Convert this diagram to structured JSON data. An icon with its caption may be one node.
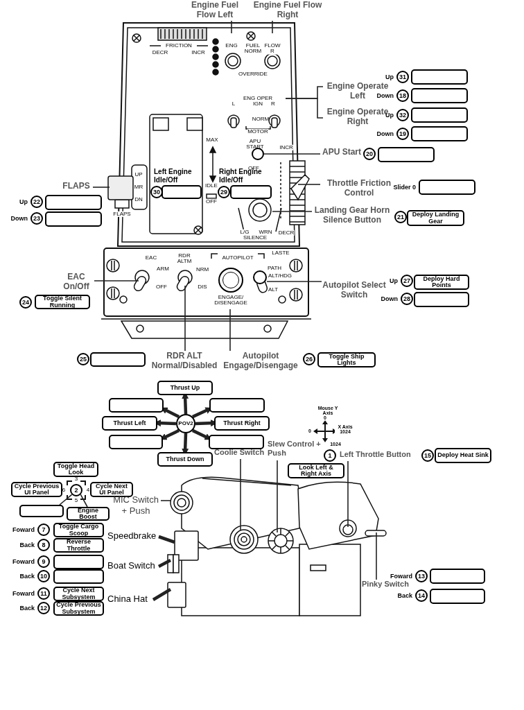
{
  "diagram": {
    "nodes": [
      {
        "text": [
          "Engine Fuel Flow Left"
        ]
      },
      {
        "text": [
          "Engine Fuel Flow Right"
        ]
      },
      {
        "text": [
          "Engine Operate Left"
        ]
      },
      {
        "text": [
          "Engine Operate Right"
        ]
      },
      {
        "text": [
          "31"
        ],
        "beside": [
          "Up"
        ]
      },
      {
        "text": [],
        "shape": "box"
      },
      {
        "text": [
          "18"
        ],
        "beside": [
          "Down"
        ]
      },
      {
        "text": [],
        "shape": "box"
      },
      {
        "text": [
          "32"
        ],
        "beside": [
          "Up"
        ]
      },
      {
        "text": [],
        "shape": "box"
      },
      {
        "text": [
          "19"
        ],
        "beside": [
          "Down"
        ]
      },
      {
        "text": [],
        "shape": "box"
      },
      {
        "text": [
          "APU Start"
        ]
      },
      {
        "text": [
          "20"
        ]
      },
      {
        "text": [],
        "shape": "box"
      },
      {
        "text": [
          "Throttle Friction Control"
        ]
      },
      {
        "text": [],
        "shape": "box",
        "beside": [
          "Slider 0"
        ]
      },
      {
        "text": [
          "Landing Gear Horn Silence Button"
        ]
      },
      {
        "text": [
          "21"
        ]
      },
      {
        "text": [
          "Deploy Landing Gear"
        ]
      },
      {
        "text": [
          "FLAPS"
        ]
      },
      {
        "text": [
          "22"
        ],
        "beside": [
          "Up"
        ]
      },
      {
        "text": [],
        "shape": "box"
      },
      {
        "text": [
          "23"
        ],
        "beside": [
          "Down"
        ]
      },
      {
        "text": [],
        "shape": "box"
      },
      {
        "text": [
          "30"
        ]
      },
      {
        "text": [],
        "shape": "box",
        "beside": [
          "Left Engine Idle/Off"
        ]
      },
      {
        "text": [
          "29"
        ]
      },
      {
        "text": [],
        "shape": "box",
        "beside": [
          "Right Engine Idle/Off"
        ]
      },
      {
        "text": [
          "EAC On/Off"
        ]
      },
      {
        "text": [
          "24"
        ]
      },
      {
        "text": [
          "Toggle Silent Running"
        ]
      },
      {
        "text": [
          "Autopilot Select Switch"
        ]
      },
      {
        "text": [
          "27"
        ],
        "beside": [
          "Up"
        ]
      },
      {
        "text": [
          "Deploy Hard Points"
        ]
      },
      {
        "text": [
          "28"
        ],
        "beside": [
          "Down"
        ]
      },
      {
        "text": [],
        "shape": "box"
      },
      {
        "text": [
          "25"
        ]
      },
      {
        "text": [],
        "shape": "box"
      },
      {
        "text": [
          "RDR ALT Normal/Disabled"
        ]
      },
      {
        "text": [
          "Autopilot Engage/Disengage"
        ]
      },
      {
        "text": [
          "26"
        ]
      },
      {
        "text": [
          "Toggle Ship Lights"
        ]
      },
      {
        "text": [
          "Thrust Up"
        ]
      },
      {
        "text": [],
        "shape": "box"
      },
      {
        "text": [],
        "shape": "box"
      },
      {
        "text": [
          "Thrust Left"
        ]
      },
      {
        "text": [
          "POV2"
        ]
      },
      {
        "text": [
          "Thrust Right"
        ]
      },
      {
        "text": [],
        "shape": "box"
      },
      {
        "text": [],
        "shape": "box"
      },
      {
        "text": [
          "Thrust Down"
        ]
      },
      {
        "text": [
          "Coolie Switch"
        ]
      },
      {
        "text": [
          "Slew Control + Push"
        ]
      },
      {
        "text": [
          "1"
        ]
      },
      {
        "text": [
          "Look Left & Right Axis"
        ]
      },
      {
        "text": [
          "Left Throttle Button"
        ]
      },
      {
        "text": [
          "15"
        ]
      },
      {
        "text": [
          "Deploy Heat Sink"
        ]
      },
      {
        "text": [
          "Toggle Head Look"
        ]
      },
      {
        "text": [
          "Cycle Previous UI Panel"
        ]
      },
      {
        "text": [
          "2"
        ]
      },
      {
        "text": [
          "Cycle Next UI Panel"
        ]
      },
      {
        "text": [],
        "shape": "box"
      },
      {
        "text": [
          "Engine Boost"
        ]
      },
      {
        "text": [
          "MIC Switch + Push"
        ]
      },
      {
        "text": [
          "7"
        ],
        "beside": [
          "Foward"
        ]
      },
      {
        "text": [
          "Toggle Cargo Scoop"
        ]
      },
      {
        "text": [
          "8"
        ],
        "beside": [
          "Back"
        ]
      },
      {
        "text": [
          "Reverse Throttle"
        ]
      },
      {
        "text": [
          "9"
        ],
        "beside": [
          "Foward"
        ]
      },
      {
        "text": [],
        "shape": "box"
      },
      {
        "text": [
          "10"
        ],
        "beside": [
          "Back"
        ]
      },
      {
        "text": [],
        "shape": "box"
      },
      {
        "text": [
          "11"
        ],
        "beside": [
          "Foward"
        ]
      },
      {
        "text": [
          "Cycle Next Subsystem"
        ]
      },
      {
        "text": [
          "12"
        ],
        "beside": [
          "Back"
        ]
      },
      {
        "text": [
          "Cycle Previous Subsystem"
        ]
      },
      {
        "text": [
          "Speedbrake"
        ]
      },
      {
        "text": [
          "Boat Switch"
        ]
      },
      {
        "text": [
          "China Hat"
        ]
      },
      {
        "text": [
          "Pinky Switch"
        ]
      },
      {
        "text": [
          "13"
        ],
        "beside": [
          "Foward"
        ]
      },
      {
        "text": [],
        "shape": "box"
      },
      {
        "text": [
          "14"
        ],
        "beside": [
          "Back"
        ]
      },
      {
        "text": [],
        "shape": "box"
      },
      {
        "text": [],
        "shape": "circle"
      },
      {
        "text": [],
        "shape": "circle"
      },
      {
        "text": [
          "ENGAGE/ DISENGAGE"
        ]
      }
    ],
    "edges": [
      {
        "from": 0,
        "to": null,
        "arrow": "none"
      },
      {
        "from": 1,
        "to": null,
        "arrow": "none"
      },
      {
        "from": 2,
        "to": null,
        "arrow": "none"
      },
      {
        "from": 3,
        "to": null,
        "arrow": "none"
      },
      {
        "from": 12,
        "to": 86,
        "arrow": "none"
      },
      {
        "from": 15,
        "to": null,
        "arrow": "none"
      },
      {
        "from": 17,
        "to": null,
        "arrow": "none"
      },
      {
        "from": 20,
        "to": null,
        "arrow": "none"
      },
      {
        "from": 29,
        "to": null,
        "arrow": "none"
      },
      {
        "from": 32,
        "to": 87,
        "arrow": "none"
      },
      {
        "from": 39,
        "to": null,
        "arrow": "none"
      },
      {
        "from": 40,
        "to": 88,
        "arrow": "none"
      },
      {
        "from": 47,
        "to": 43,
        "arrow": "to",
        "style": "thick"
      },
      {
        "from": 47,
        "to": 44,
        "arrow": "to",
        "style": "thick"
      },
      {
        "from": 47,
        "to": 45,
        "arrow": "to",
        "style": "thick"
      },
      {
        "from": 47,
        "to": 46,
        "arrow": "to",
        "style": "thick"
      },
      {
        "from": 47,
        "to": 48,
        "arrow": "to",
        "style": "thick"
      },
      {
        "from": 47,
        "to": 49,
        "arrow": "to",
        "style": "thick"
      },
      {
        "from": 47,
        "to": 50,
        "arrow": "to",
        "style": "thick"
      },
      {
        "from": 47,
        "to": 51,
        "arrow": "to",
        "style": "thick"
      },
      {
        "from": 52,
        "to": null,
        "arrow": "none"
      },
      {
        "from": 53,
        "to": null,
        "arrow": "none"
      },
      {
        "from": 56,
        "to": null,
        "arrow": "none"
      },
      {
        "from": 61,
        "to": 63,
        "arrow": "none"
      },
      {
        "from": 61,
        "to": 64,
        "arrow": "none"
      },
      {
        "from": 65,
        "to": null,
        "arrow": "none"
      },
      {
        "from": 78,
        "to": null,
        "arrow": "none",
        "style": "thick"
      },
      {
        "from": 79,
        "to": null,
        "arrow": "none",
        "style": "thick"
      },
      {
        "from": 80,
        "to": null,
        "arrow": "none",
        "style": "thick"
      },
      {
        "from": 81,
        "to": null,
        "arrow": "none"
      }
    ],
    "labels": [
      "FRICTION",
      "DECR",
      "INCR",
      "ENG",
      "FUEL NORM",
      "FLOW R",
      "OVERRIDE",
      "ENG OPER",
      "L",
      "IGN",
      "R",
      "NORM",
      "MOTOR",
      "MAX",
      "APU START",
      "INCR",
      "OFF",
      "UP",
      "MR",
      "DN",
      "IDLE",
      "OFF",
      "FLAPS",
      "L/G",
      "WRN",
      "SILENCE",
      "DECR",
      "EAC",
      "RDR ALTM",
      "AUTOPILOT",
      "LASTE",
      "ARM",
      "NRM",
      "PATH",
      "ALT/HDG",
      "OFF",
      "DIS",
      "ALT",
      "Mouse Y Axis",
      "0",
      "0",
      "X Axis 1024",
      "1024",
      "3",
      "6",
      "4",
      "5"
    ]
  }
}
